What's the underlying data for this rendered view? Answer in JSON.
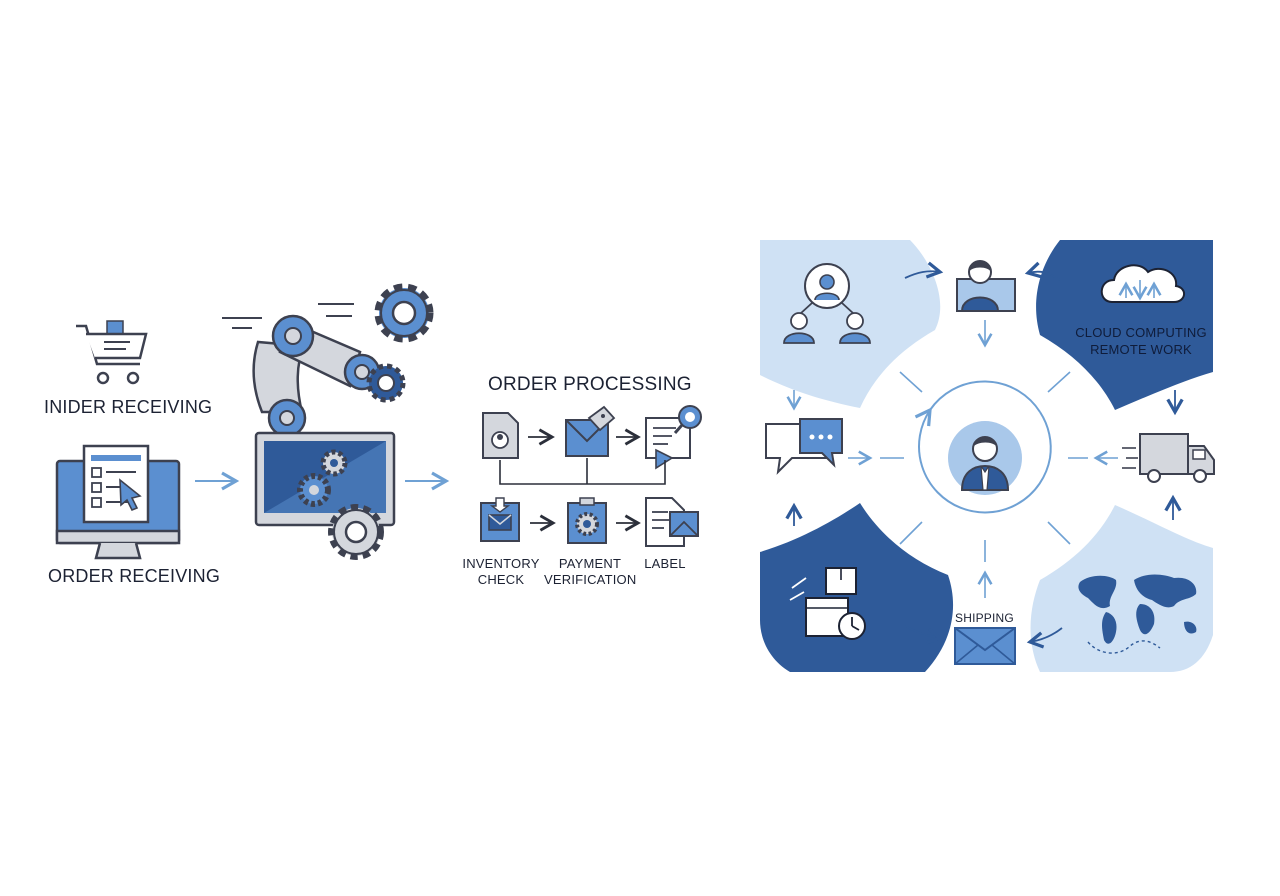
{
  "colors": {
    "dark_blue": "#2f5a99",
    "mid_blue": "#5b8fd0",
    "light_blue": "#cfe1f4",
    "line_blue": "#6fa1d4",
    "stroke_gray": "#3d4150",
    "fill_gray": "#d4d7dd"
  },
  "stage_receiving": {
    "top_label": "INIDER RECEIVING",
    "bottom_label": "ORDER RECEIVING",
    "icons": [
      "shopping-cart-icon",
      "monitor-form-icon"
    ]
  },
  "stage_automation": {
    "icons": [
      "robot-arm-icon",
      "gear-icon",
      "monitor-gears-icon"
    ]
  },
  "stage_processing": {
    "title": "ORDER PROCESSING",
    "steps": [
      {
        "label_line1": "INVENTORY",
        "label_line2": "CHECK",
        "icon": "inbox-envelope-icon"
      },
      {
        "label_line1": "PAYMENT",
        "label_line2": "VERIFICATION",
        "icon": "gear-document-icon"
      },
      {
        "label_line1": "LABEL",
        "label_line2": "",
        "icon": "label-document-icon"
      }
    ],
    "top_row_icons": [
      "user-document-icon",
      "tagged-envelope-icon",
      "search-document-icon"
    ]
  },
  "hub": {
    "center_icon": "user-avatar-icon",
    "cloud_line1": "CLOUD COMPUTING",
    "cloud_line2": "REMOTE WORK",
    "shipping_label": "SHIPPING",
    "icons": [
      "team-network-icon",
      "remote-worker-icon",
      "cloud-sync-icon",
      "chat-bubble-icon",
      "delivery-truck-icon",
      "packages-clock-icon",
      "envelope-icon",
      "world-map-icon"
    ]
  }
}
